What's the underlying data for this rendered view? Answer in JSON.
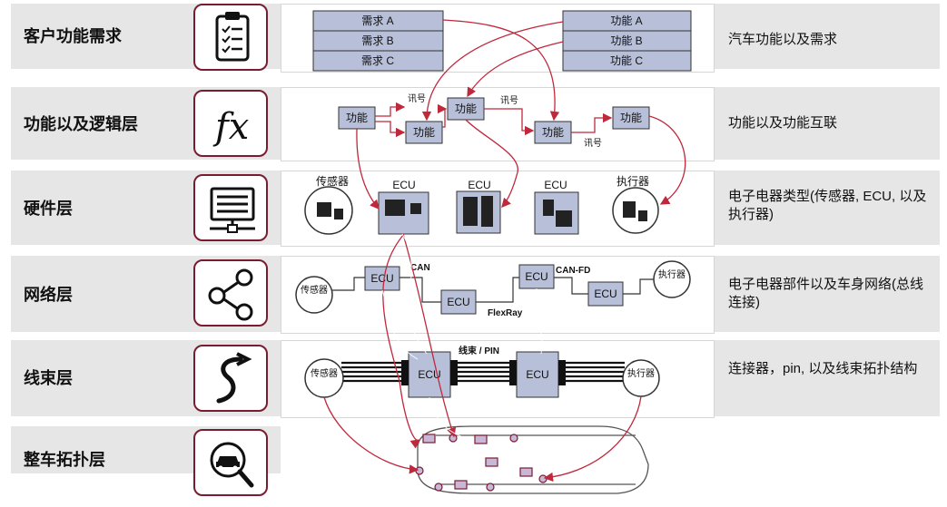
{
  "layers": [
    {
      "id": "customer",
      "label": "客户功能需求",
      "description": "汽车功能以及需求"
    },
    {
      "id": "function",
      "label": "功能以及逻辑层",
      "description": "功能以及功能互联"
    },
    {
      "id": "hardware",
      "label": "硬件层",
      "description": "电子电器类型(传感器, ECU, 以及执行器)"
    },
    {
      "id": "network",
      "label": "网络层",
      "description": "电子电器部件以及车身网络(总线连接)"
    },
    {
      "id": "harness",
      "label": "线束层",
      "description": "连接器，pin, 以及线束拓扑结构"
    },
    {
      "id": "vehicle",
      "label": "整车拓扑层",
      "description": ""
    }
  ],
  "requirements": [
    "需求 A",
    "需求 B",
    "需求 C"
  ],
  "features": [
    "功能 A",
    "功能 B",
    "功能 C"
  ],
  "function_nodes": [
    "功能",
    "功能",
    "功能",
    "功能",
    "功能"
  ],
  "signal_label": "讯号",
  "hardware": {
    "sensor": "传感器",
    "ecu": "ECU",
    "actuator": "执行器"
  },
  "network": {
    "can": "CAN",
    "canfd": "CAN-FD",
    "flexray": "FlexRay",
    "ecu": "ECU",
    "sensor": "传感器",
    "actuator": "执行器"
  },
  "harness": {
    "ecu": "ECU",
    "wire_label": "线束 / PIN",
    "sensor": "传感器",
    "actuator": "执行器"
  },
  "colors": {
    "accent": "#7a1c30",
    "box_fill": "#b7bfd9",
    "arrow": "#c0283c"
  }
}
